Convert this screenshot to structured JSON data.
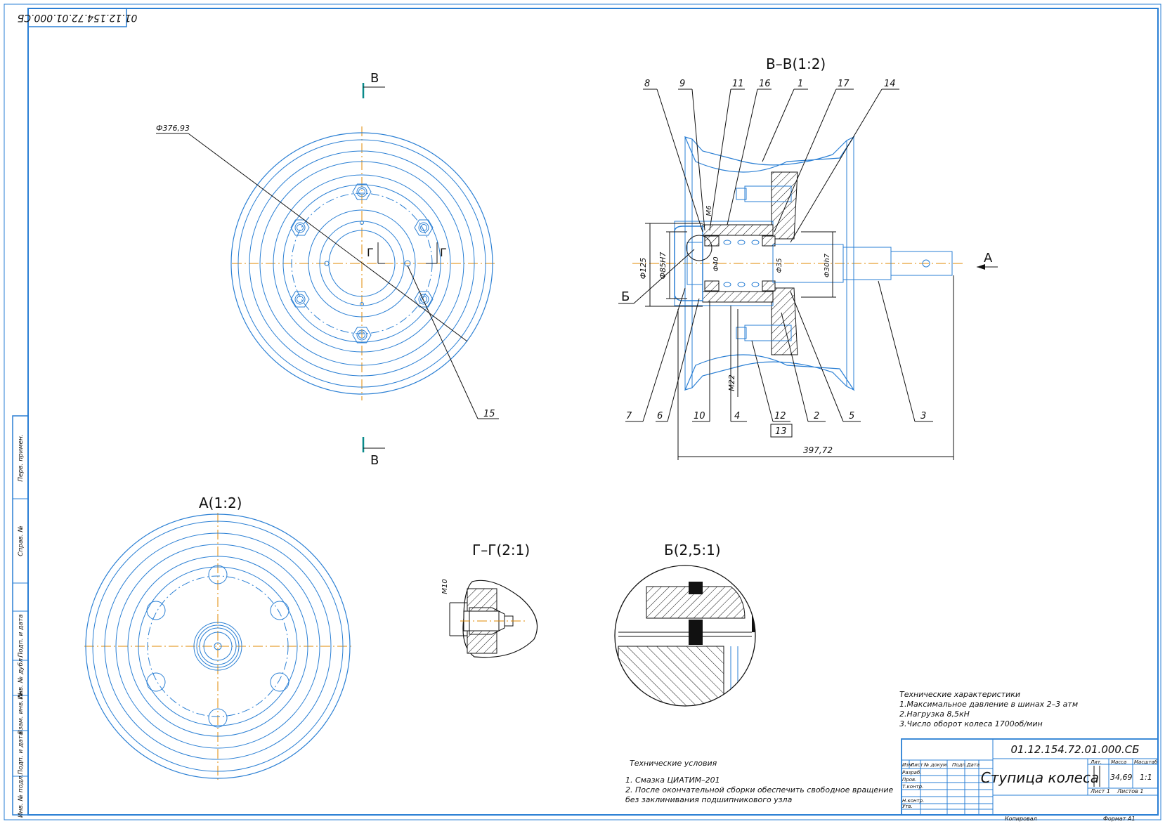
{
  "document": {
    "rotated_code": "01.12.154.72.01.000.СБ"
  },
  "views": {
    "front_cut_top": "В",
    "front_cut_bottom": "В",
    "cut_g_left": "Г",
    "cut_g_right": "Г",
    "section_vv": "В–В(1:2)",
    "view_a": "А(1:2)",
    "section_gg": "Г–Г(2:1)",
    "detail_b": "Б(2,5:1)",
    "arrow_a": "А",
    "label_b": "Б"
  },
  "dimensions": {
    "d376": "Ф376,93",
    "d125": "Ф125",
    "d85": "Ф85H7",
    "d40": "Ф40",
    "d35": "Ф35",
    "d30": "Ф30h7",
    "m6": "М6",
    "m22": "М22",
    "m10": "М10",
    "len": "397,72"
  },
  "callouts": {
    "c8": "8",
    "c9": "9",
    "c11": "11",
    "c16": "16",
    "c1": "1",
    "c17": "17",
    "c14": "14",
    "c7": "7",
    "c6": "6",
    "c10": "10",
    "c4": "4",
    "c12": "12",
    "c13": "13",
    "c2": "2",
    "c5": "5",
    "c3": "3",
    "c15": "15"
  },
  "tech_specs": {
    "title": "Технические характеристики",
    "line1": "1.Максимальное давление в шинах 2–3 атм",
    "line2": "2.Нагрузка  8,5кН",
    "line3": "3.Число оборот  колеса 1700об/мин"
  },
  "tech_conditions": {
    "title": "Технические условия",
    "line1": "1. Смазка ЦИАТИМ–201",
    "line2": "2. После  окончательной  сборки   обеспечить  свободное  вращение",
    "line3": "без заклинивания подшипникового узла"
  },
  "title_block": {
    "code": "01.12.154.72.01.000.СБ",
    "name": "Ступица колеса",
    "h_lit": "Лит.",
    "h_mass": "Масса",
    "h_scale": "Масштаб",
    "mass": "34,69",
    "scale": "1:1",
    "sheet": "Лист  1",
    "sheets": "Листов  1",
    "r_izm": "Изм.",
    "r_list": "Лист",
    "r_doc": "№ докум.",
    "r_sign": "Подп.",
    "r_date": "Дата",
    "r_razrab": "Разраб.",
    "r_prov": "Пров.",
    "r_tkontr": "Т.контр.",
    "r_nkontr": "Н.контр.",
    "r_utv": "Утв.",
    "copied": "Копировал",
    "format": "Формат   А1"
  },
  "left_strip": {
    "s1": "Перв. примен.",
    "s2": "Справ. №",
    "s3": "Подп. и дата",
    "s4": "Инв. № дубл.",
    "s5": "Взам. инв. №",
    "s6": "Подп. и дата",
    "s7": "Инв. № подл."
  }
}
